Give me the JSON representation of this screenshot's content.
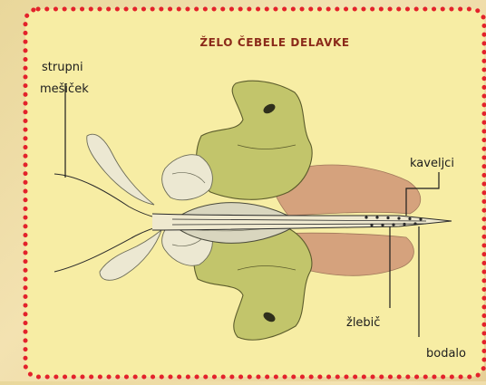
{
  "title": "ŽELO ČEBELE DELAVKE",
  "labels": {
    "venom_sac_line1": "strupni",
    "venom_sac_line2": "mešiček",
    "barbs": "kaveljci",
    "groove": "žlebič",
    "stylet": "bodalo"
  },
  "colors": {
    "panel": "#f7eda4",
    "border_dots": "#e3222b",
    "plate": "#c2c56b",
    "muscle": "#d5a27d",
    "sac": "#d9d6bf",
    "title": "#8b2a1a"
  }
}
